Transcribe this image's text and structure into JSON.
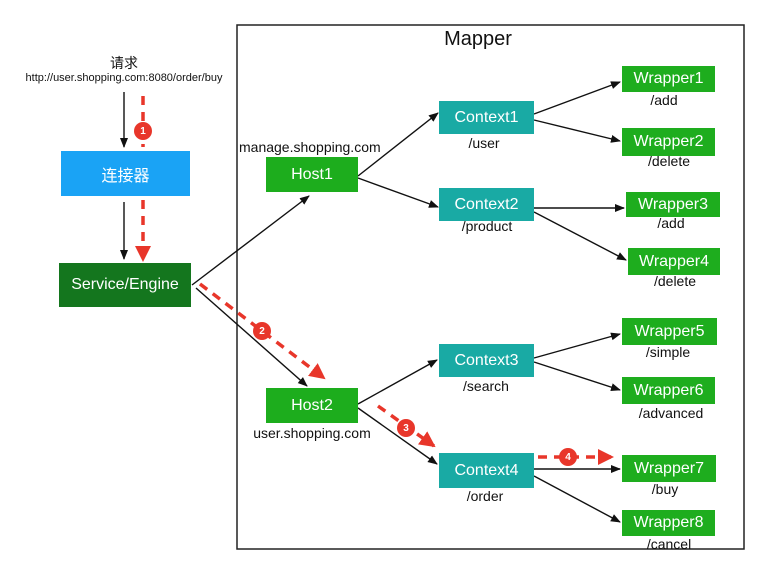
{
  "colors": {
    "connector": "#1aa3f5",
    "service": "#14761e",
    "host": "#1dad1d",
    "context": "#19aaa4",
    "wrapper": "#1ead1e",
    "dashed": "#e8362a",
    "line": "#111111"
  },
  "mapper": {
    "title": "Mapper"
  },
  "request": {
    "label": "请求",
    "url": "http://user.shopping.com:8080/order/buy"
  },
  "connector": {
    "label": "连接器"
  },
  "service": {
    "label": "Service/Engine"
  },
  "hosts": [
    {
      "label": "Host1",
      "domain": "manage.shopping.com"
    },
    {
      "label": "Host2",
      "domain": "user.shopping.com"
    }
  ],
  "contexts": [
    {
      "label": "Context1",
      "path": "/user"
    },
    {
      "label": "Context2",
      "path": "/product"
    },
    {
      "label": "Context3",
      "path": "/search"
    },
    {
      "label": "Context4",
      "path": "/order"
    }
  ],
  "wrappers": [
    {
      "label": "Wrapper1",
      "path": "/add"
    },
    {
      "label": "Wrapper2",
      "path": "/delete"
    },
    {
      "label": "Wrapper3",
      "path": "/add"
    },
    {
      "label": "Wrapper4",
      "path": "/delete"
    },
    {
      "label": "Wrapper5",
      "path": "/simple"
    },
    {
      "label": "Wrapper6",
      "path": "/advanced"
    },
    {
      "label": "Wrapper7",
      "path": "/buy"
    },
    {
      "label": "Wrapper8",
      "path": "/cancel"
    }
  ],
  "steps": [
    "1",
    "2",
    "3",
    "4"
  ]
}
